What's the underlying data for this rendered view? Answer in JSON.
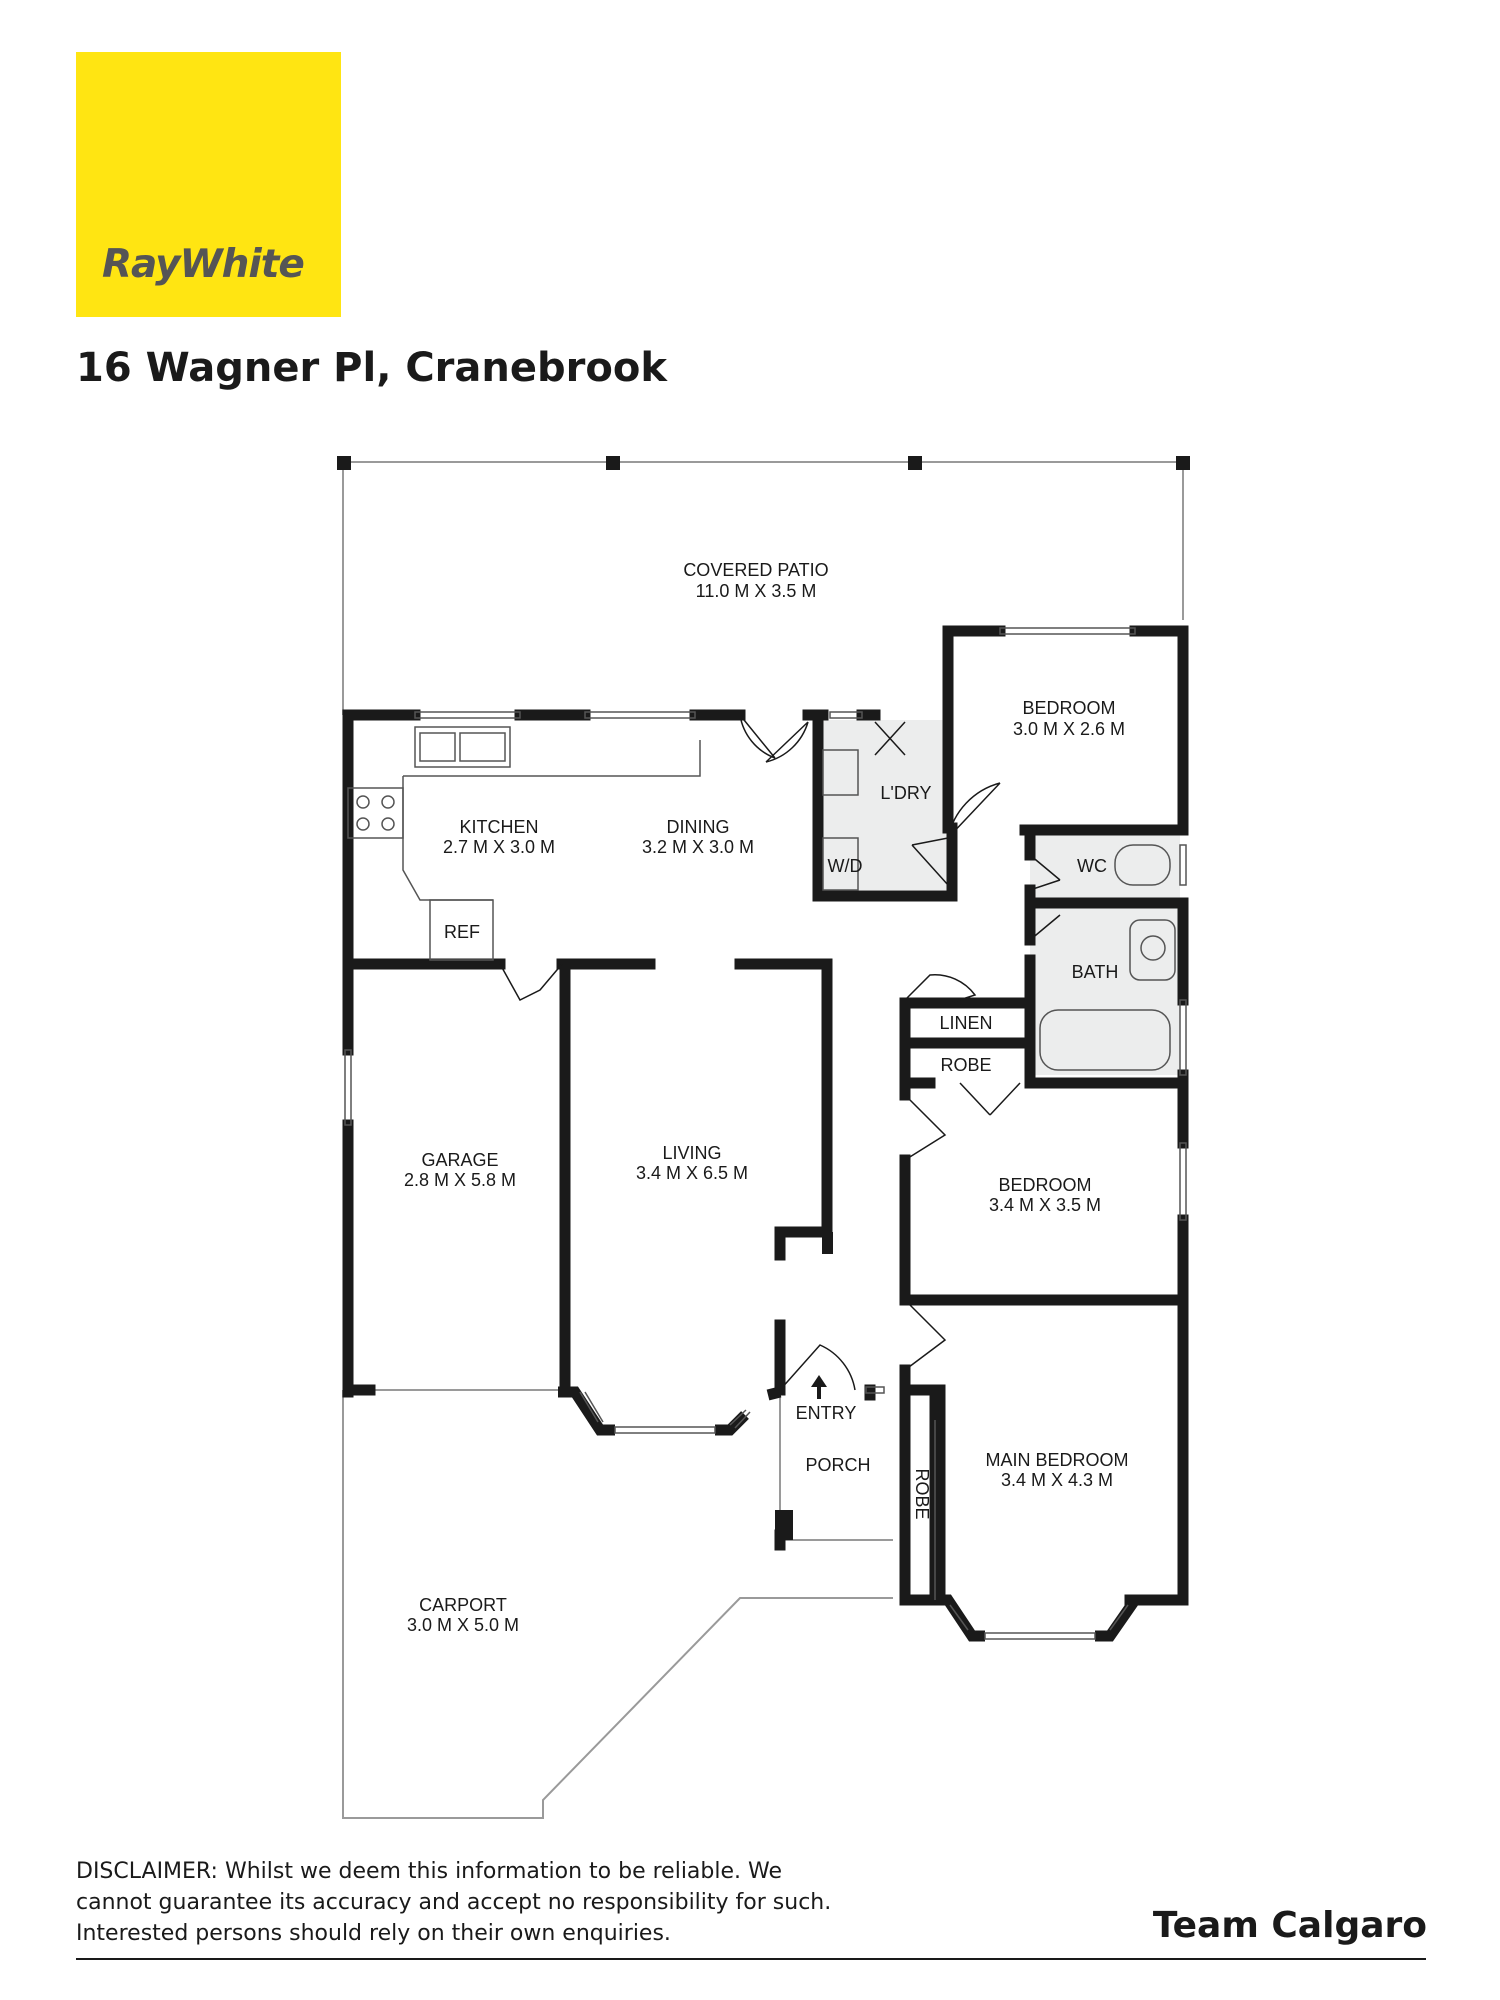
{
  "brand": {
    "name": "RayWhite",
    "color": "#ffe512"
  },
  "address": "16 Wagner Pl, Cranebrook",
  "rooms": [
    {
      "id": "covered-patio",
      "name": "COVERED PATIO",
      "size": "11.0 M X 3.5 M"
    },
    {
      "id": "bedroom-rear",
      "name": "BEDROOM",
      "size": "3.0 M X 2.6 M"
    },
    {
      "id": "laundry",
      "name": "L'DRY"
    },
    {
      "id": "wd",
      "name": "W/D"
    },
    {
      "id": "kitchen",
      "name": "KITCHEN",
      "size": "2.7 M X 3.0 M"
    },
    {
      "id": "dining",
      "name": "DINING",
      "size": "3.2 M X 3.0 M"
    },
    {
      "id": "wc",
      "name": "WC"
    },
    {
      "id": "ref",
      "name": "REF"
    },
    {
      "id": "bath",
      "name": "BATH"
    },
    {
      "id": "linen",
      "name": "LINEN"
    },
    {
      "id": "robe-1",
      "name": "ROBE"
    },
    {
      "id": "garage",
      "name": "GARAGE",
      "size": "2.8 M X 5.8 M"
    },
    {
      "id": "living",
      "name": "LIVING",
      "size": "3.4 M X 6.5 M"
    },
    {
      "id": "bedroom-mid",
      "name": "BEDROOM",
      "size": "3.4 M X 3.5 M"
    },
    {
      "id": "entry",
      "name": "ENTRY"
    },
    {
      "id": "porch",
      "name": "PORCH"
    },
    {
      "id": "robe-2",
      "name": "ROBE"
    },
    {
      "id": "main-bedroom",
      "name": "MAIN BEDROOM",
      "size": "3.4 M X 4.3 M"
    },
    {
      "id": "carport",
      "name": "CARPORT",
      "size": "3.0 M X 5.0 M"
    }
  ],
  "disclaimer": "DISCLAIMER: Whilst we deem this information to be reliable. We cannot guarantee its accuracy and accept no responsibility for such. Interested persons should rely on their own enquiries.",
  "agent_team": "Team Calgaro"
}
